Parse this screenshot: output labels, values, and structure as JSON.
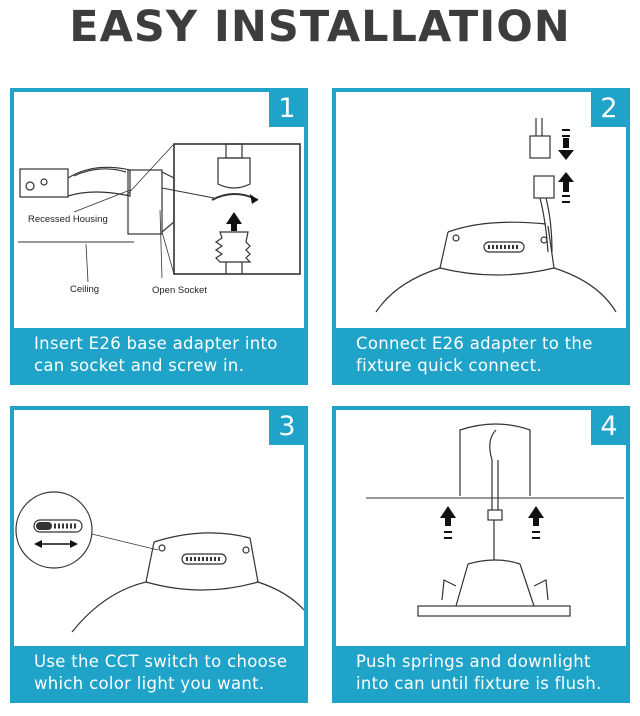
{
  "title": "EASY INSTALLATION",
  "colors": {
    "accent": "#1fa3c9",
    "title": "#3d3d3d"
  },
  "steps": [
    {
      "number": "1",
      "caption": "Insert E26 base adapter into\ncan socket and screw in.",
      "labels": {
        "housing": "Recessed Housing",
        "ceiling": "Ceiling",
        "socket": "Open Socket"
      }
    },
    {
      "number": "2",
      "caption": "Connect E26 adapter to the\nfixture quick connect."
    },
    {
      "number": "3",
      "caption": "Use the CCT switch to choose\nwhich color light you want."
    },
    {
      "number": "4",
      "caption": "Push springs and downlight\ninto can until fixture is flush."
    }
  ]
}
